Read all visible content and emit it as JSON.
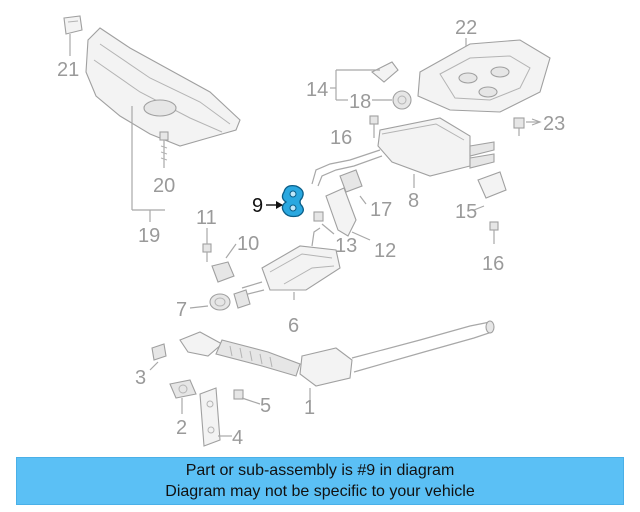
{
  "callouts": {
    "c1": "1",
    "c2": "2",
    "c3": "3",
    "c4": "4",
    "c5": "5",
    "c6": "6",
    "c7": "7",
    "c8": "8",
    "c9": "9",
    "c10": "10",
    "c11": "11",
    "c12": "12",
    "c13": "13",
    "c14": "14",
    "c15": "15",
    "c16a": "16",
    "c16b": "16",
    "c17": "17",
    "c18": "18",
    "c19": "19",
    "c20": "20",
    "c21": "21",
    "c22": "22",
    "c23": "23"
  },
  "highlight": {
    "part": "9",
    "color": "#2aa8e0"
  },
  "banner": {
    "line1": "Part or sub-assembly is #9 in diagram",
    "line2": "Diagram may not be specific to your vehicle",
    "color": "#5bc0f5"
  }
}
